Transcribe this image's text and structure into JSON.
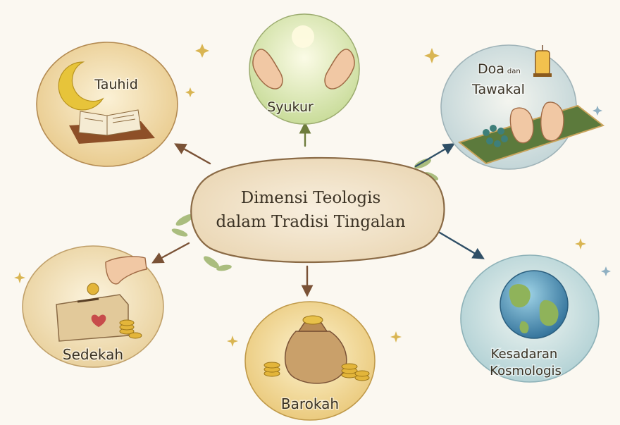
{
  "diagram": {
    "center": {
      "line1": "Dimensi Teologis",
      "line2": "dalam Tradisi Tingalan"
    },
    "nodes": {
      "tauhid": {
        "label": "Tauhid"
      },
      "syukur": {
        "label": "Syukur"
      },
      "doa": {
        "label_main": "Doa",
        "label_small": "dan",
        "label_line2": "Tawakal"
      },
      "sedekah": {
        "label": "Sedekah"
      },
      "barokah": {
        "label": "Barokah"
      },
      "kesadaran": {
        "line1": "Kesadaran",
        "line2": "Kosmologis"
      }
    }
  },
  "colors": {
    "background": "#fbf8f1",
    "center_fill": "#f3e6cf",
    "arrow": "#7a5236",
    "arrow_blue": "#2f4f66",
    "syukur_bg": "#d9e6b4",
    "tauhid_bg": "#f1dca6",
    "doa_bg": "#dbe6e9",
    "sedekah_bg": "#f2e2bd",
    "barokah_bg": "#f1dda0",
    "kesadaran_bg": "#cfe2e3"
  },
  "icons": [
    "crescent-moon-icon",
    "open-book-icon",
    "praying-hands-icon",
    "lantern-icon",
    "prayer-mat-icon",
    "donation-box-icon",
    "coin-icon",
    "money-bag-icon",
    "globe-icon",
    "sparkle-icon"
  ]
}
